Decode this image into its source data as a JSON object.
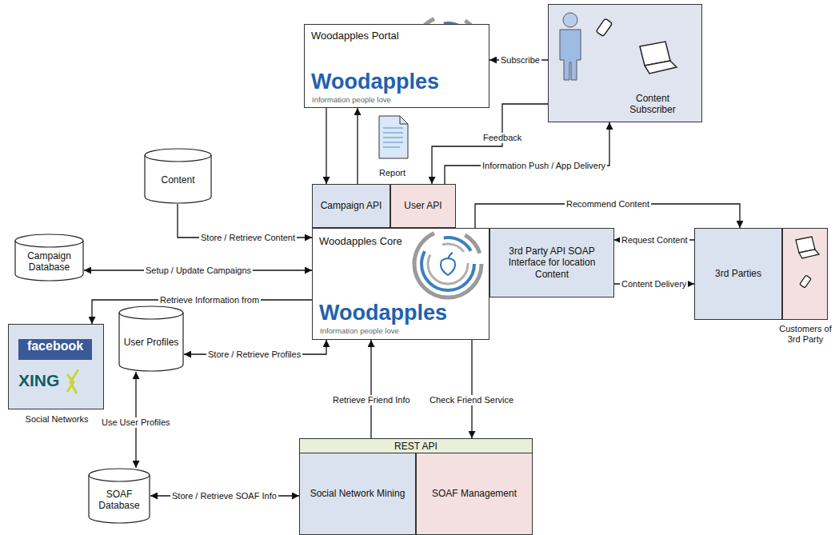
{
  "diagram": {
    "nodes": [
      {
        "text": [
          "Woodapples Portal",
          "Woodapples",
          "Information people love"
        ]
      },
      {
        "text": [
          "Content Subscriber"
        ]
      },
      {
        "text": [
          "Content"
        ]
      },
      {
        "text": [
          "Campaign API"
        ]
      },
      {
        "text": [
          "User API"
        ]
      },
      {
        "text": [
          "Woodapples Core",
          "Woodapples",
          "Information people love"
        ]
      },
      {
        "text": [
          "3rd Party API SOAP Interface for location Content"
        ]
      },
      {
        "text": [
          "Campaign Database"
        ]
      },
      {
        "text": [
          "3rd Parties"
        ]
      },
      {
        "text": [
          "Customers of 3rd Party"
        ]
      },
      {
        "text": [
          "facebook",
          "XING",
          "Social Networks"
        ]
      },
      {
        "text": [
          "User Profiles"
        ]
      },
      {
        "text": [
          "SOAF Database"
        ]
      },
      {
        "text": [
          "REST API"
        ]
      },
      {
        "text": [
          "Social Network Mining"
        ],
        "in": 13
      },
      {
        "text": [
          "SOAF Management"
        ],
        "in": 13
      }
    ],
    "edges": [
      {
        "from": 0,
        "to": 3,
        "arrow": "to"
      },
      {
        "from": 3,
        "to": 0,
        "arrow": "to"
      },
      {
        "from": 1,
        "to": 0,
        "label": "Subscribe",
        "arrow": "to"
      },
      {
        "from": 1,
        "to": 4,
        "label": "Feedback",
        "arrow": "to"
      },
      {
        "from": 4,
        "to": 1,
        "label": "Information Push / App Delivery",
        "arrow": "to"
      },
      {
        "from": 2,
        "to": 5,
        "label": "Store / Retrieve Content",
        "arrow": "to"
      },
      {
        "from": 7,
        "to": 5,
        "label": "Setup / Update Campaigns",
        "arrow": "both"
      },
      {
        "from": 5,
        "to": 10,
        "label": "Retrieve Information from",
        "arrow": "to"
      },
      {
        "from": 5,
        "to": 11,
        "label": "Store / Retrieve Profiles",
        "arrow": "both"
      },
      {
        "from": 12,
        "to": 11,
        "label": "Use User Profiles",
        "arrow": "both"
      },
      {
        "from": 12,
        "to": 14,
        "label": "Store / Retrieve SOAF Info",
        "arrow": "both"
      },
      {
        "from": 14,
        "to": 5,
        "label": "Retrieve Friend Info",
        "arrow": "to"
      },
      {
        "from": 5,
        "to": 13,
        "label": "Check Friend Service",
        "arrow": "to"
      },
      {
        "from": 5,
        "to": 8,
        "label": "Recommend Content",
        "arrow": "to"
      },
      {
        "from": 8,
        "to": 6,
        "label": "Request Content",
        "arrow": "to"
      },
      {
        "from": 6,
        "to": 8,
        "label": "Content Delivery",
        "arrow": "to"
      }
    ],
    "labels": [
      "Report"
    ]
  }
}
